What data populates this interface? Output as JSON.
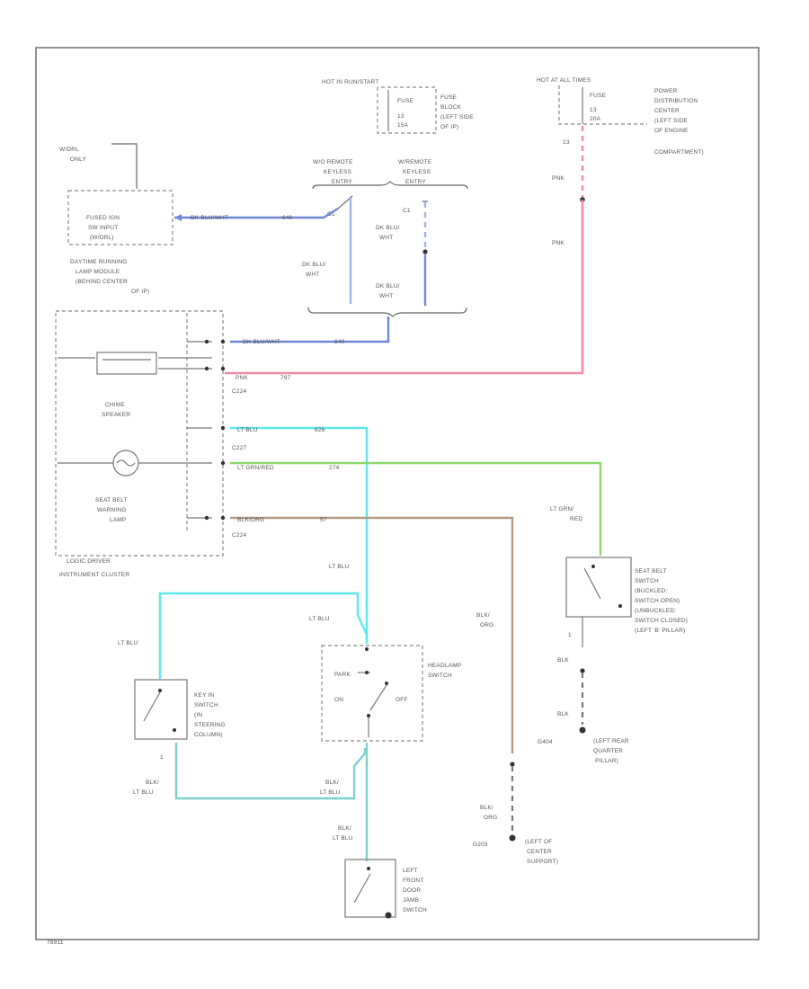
{
  "colors": {
    "blue": "#6f87d6",
    "pink": "#f28aa6",
    "cyan": "#5ee8ec",
    "green": "#8cd970",
    "brown": "#b39a83",
    "teal": "#7fcfcf",
    "lightblue": "#a4b3e6",
    "black": "#777777"
  },
  "labels": {
    "hot_in_run_start": "HOT IN RUN/START",
    "fuse_block_top": "FUSE",
    "fuse_block_num": "13",
    "fuse_block_amp": "15A",
    "fuse_block_desc": [
      "FUSE",
      "BLOCK",
      "(LEFT SIDE",
      "OF IP)"
    ],
    "hot_at_all_times": "HOT AT ALL TIMES",
    "pdc_fuse": "FUSE",
    "pdc_num": "13",
    "pdc_amp": "20A",
    "pdc_desc": [
      "POWER",
      "DISTRIBUTION",
      "CENTER",
      "(LEFT SIDE",
      "OF ENGINE",
      "COMPARTMENT)"
    ],
    "pdc_out": "13",
    "pnk1": "PNK",
    "pnk2": "PNK",
    "w_remote": [
      "W/O REMOTE",
      "KEYLESS",
      "ENTRY"
    ],
    "wo_remote": [
      "W/REMOTE",
      "KEYLESS",
      "ENTRY"
    ],
    "c1_left": "C1",
    "c1_right": "C1",
    "dkblu_wht_1": [
      "DK BLU/",
      "WHT"
    ],
    "dkblu_wht_2": [
      "DK BLU/",
      "WHT"
    ],
    "dkblu_wht_3": [
      "DK BLU/",
      "WHT"
    ],
    "accrl_only": [
      "W/DRL",
      "ONLY"
    ],
    "fused_ign": [
      "FUSED IGN",
      "SW INPUT",
      "(W/DRL)"
    ],
    "dkblu_wht_wire": "DK BLU/WHT",
    "wire_640": "640",
    "drl_module": [
      "DAYTIME RUNNING",
      "LAMP MODULE",
      "(BEHIND CENTER",
      "OF IP)"
    ],
    "dkblu_wht_wire2": "DK BLU/WHT",
    "wire_640b": "640",
    "pnk_wire": "PNK",
    "wire_797": "797",
    "c224a": "C224",
    "chime_speaker": [
      "CHIME",
      "SPEAKER"
    ],
    "ltblu_wire": "LT BLU",
    "wire_626": "626",
    "c227": "C227",
    "ltgrn_red_wire": "LT GRN/RED",
    "wire_274": "274",
    "seat_belt_lamp": [
      "SEAT BELT",
      "WARNING",
      "LAMP"
    ],
    "blk_org_wire": "BLK/ORG",
    "wire_57": "57",
    "c224b": "C224",
    "logic_driver": "LOGIC DRIVER",
    "instrument_cluster": "INSTRUMENT CLUSTER",
    "ltblu_a": "LT BLU",
    "ltblu_b": "LT BLU",
    "ltblu_c": "LT BLU",
    "headlamp_switch": [
      "HEADLAMP",
      "SWITCH"
    ],
    "park": "PARK",
    "on": "ON",
    "off": "OFF",
    "key_in_switch": [
      "KEY IN",
      "SWITCH",
      "(IN",
      "STEERING",
      "COLUMN)"
    ],
    "blk_ltblu_a": [
      "BLK/",
      "LT BLU"
    ],
    "blk_ltblu_b": [
      "BLK/",
      "LT BLU"
    ],
    "blk_ltblu_c": [
      "BLK/",
      "LT BLU"
    ],
    "left_door_jamb": [
      "LEFT",
      "FRONT",
      "DOOR",
      "JAMB",
      "SWITCH"
    ],
    "blk_org_a": [
      "BLK/",
      "ORG"
    ],
    "blk_org_b": [
      "BLK/",
      "ORG"
    ],
    "g203": "G203",
    "left_ip_center": [
      "(LEFT OF",
      "CENTER",
      "SUPPORT)"
    ],
    "ltgrn_red_lbl": [
      "LT GRN/",
      "RED"
    ],
    "seat_belt_switch": [
      "SEAT BELT",
      "SWITCH",
      "(BUCKLED:",
      "SWITCH OPEN)",
      "(UNBUCKLED:",
      "SWITCH CLOSED)",
      "(LEFT 'B' PILLAR)"
    ],
    "blk_a": "BLK",
    "blk_b": "BLK",
    "g404": "G404",
    "left_rear_quarter": [
      "(LEFT REAR",
      "QUARTER",
      "PILLAR)"
    ],
    "num_1a": "1",
    "num_1b": "1",
    "footer": "78911"
  }
}
